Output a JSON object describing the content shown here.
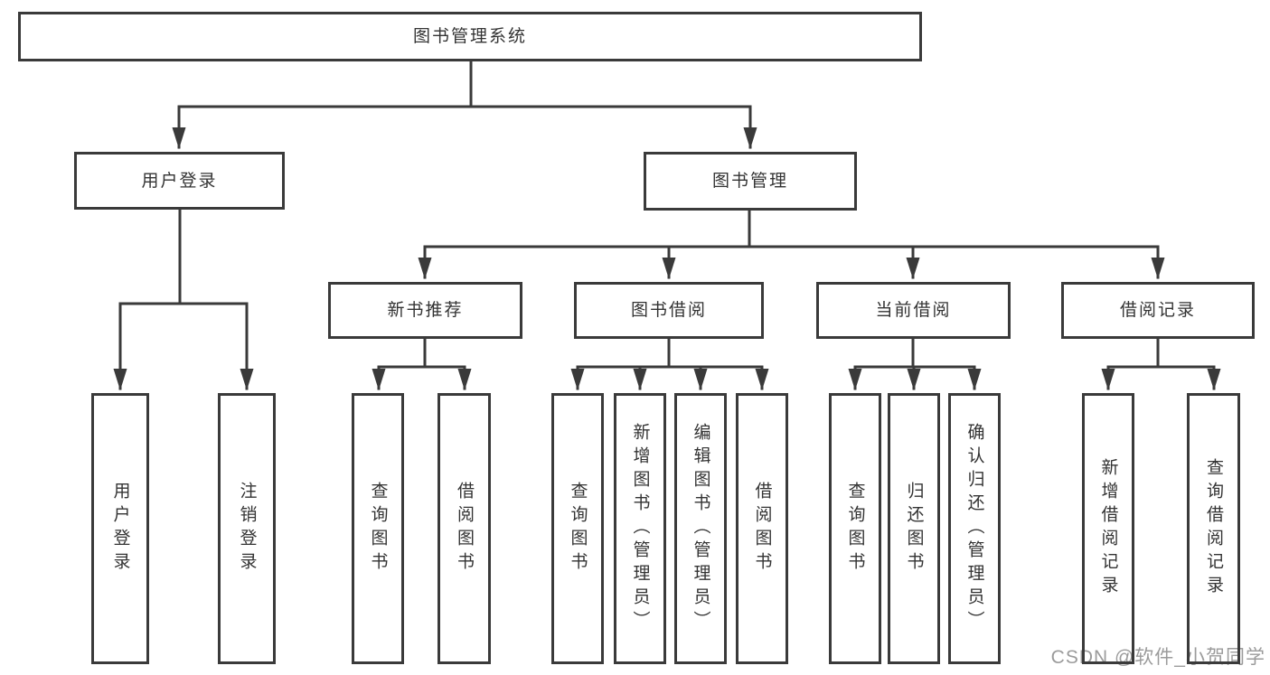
{
  "tree": {
    "root": {
      "label": "图书管理系统"
    },
    "branches": [
      {
        "label": "用户登录",
        "children": [
          {
            "label": "用户登录"
          },
          {
            "label": "注销登录"
          }
        ]
      },
      {
        "label": "图书管理",
        "children": [
          {
            "label": "新书推荐",
            "children": [
              {
                "label": "查询图书"
              },
              {
                "label": "借阅图书"
              }
            ]
          },
          {
            "label": "图书借阅",
            "children": [
              {
                "label": "查询图书"
              },
              {
                "label": "新增图书（管理员）"
              },
              {
                "label": "编辑图书（管理员）"
              },
              {
                "label": "借阅图书"
              }
            ]
          },
          {
            "label": "当前借阅",
            "children": [
              {
                "label": "查询图书"
              },
              {
                "label": "归还图书"
              },
              {
                "label": "确认归还（管理员）"
              }
            ]
          },
          {
            "label": "借阅记录",
            "children": [
              {
                "label": "新增借阅记录"
              },
              {
                "label": "查询借阅记录"
              }
            ]
          }
        ]
      }
    ]
  },
  "watermark": {
    "text": "CSDN @软件_小贺同学"
  },
  "colors": {
    "line": "#3a3a3a",
    "text": "#333333",
    "watermark": "#9b9b9b"
  }
}
